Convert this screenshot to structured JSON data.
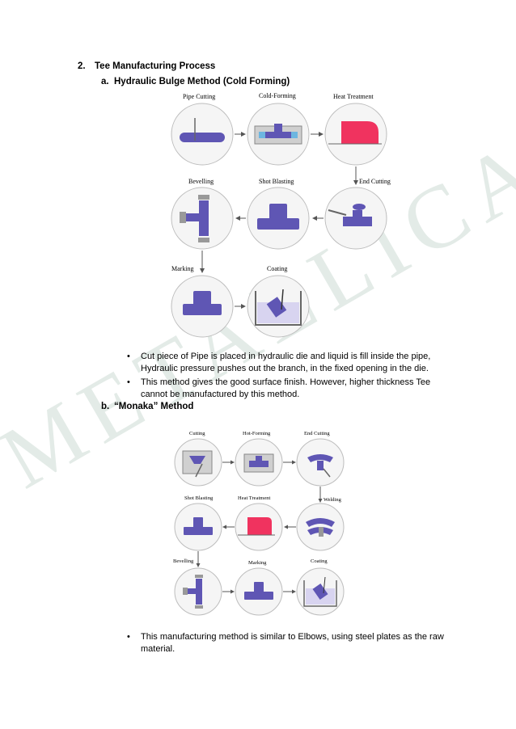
{
  "watermark": "METALLICA",
  "heading": {
    "number": "2.",
    "title": "Tee Manufacturing Process"
  },
  "section_a": {
    "letter": "a.",
    "title": "Hydraulic Bulge Method (Cold Forming)"
  },
  "diagram_a": {
    "labels": [
      "Pipe Cutting",
      "Cold-Forming",
      "Heat Treatment",
      "Bevelling",
      "Shot Blasting",
      "End Cutting",
      "Marking",
      "Coating"
    ]
  },
  "bullets_a": [
    "Cut piece of Pipe is placed in hydraulic die and liquid is fill inside the pipe, Hydraulic pressure pushes out the branch, in the fixed opening in the die.",
    "This method gives the good surface finish. However, higher thickness Tee cannot be manufactured by this method."
  ],
  "section_b": {
    "letter": "b.",
    "title": "“Monaka” Method"
  },
  "diagram_b": {
    "labels": [
      "Cutting",
      "Hot-Forming",
      "End Cutting",
      "Shot Blasting",
      "Heat Treatment",
      "Welding",
      "Bevelling",
      "Marking",
      "Coating"
    ]
  },
  "bullets_b": [
    "This manufacturing method is similar to Elbows, using steel plates as the raw material."
  ],
  "colors": {
    "pipe": "#5f56b4",
    "heat": "#f0335f",
    "circle_fill": "#f5f5f5",
    "circle_stroke": "#bdbdbd",
    "arrow": "#555555",
    "watermark": "#e3ebe7"
  }
}
